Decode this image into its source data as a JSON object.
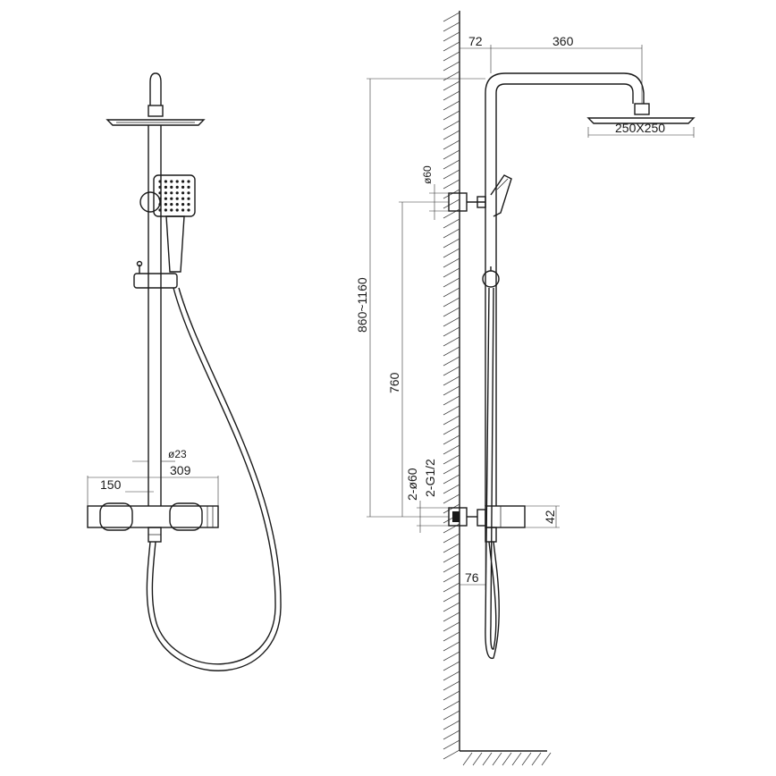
{
  "front_view": {
    "dim_pipe_diameter": "ø23",
    "dim_total_width": "309",
    "dim_spout_offset": "150"
  },
  "side_view": {
    "dim_wall_offset": "72",
    "dim_arm_reach": "360",
    "dim_head_size": "250X250",
    "dim_bracket_diameter": "ø60",
    "dim_height_range": "860~1160",
    "dim_inlet_to_bracket": "760",
    "dim_inlet_covers": "2-ø60",
    "dim_inlet_thread": "2-G1/2",
    "dim_mixer_height": "42",
    "dim_mixer_depth": "76"
  }
}
